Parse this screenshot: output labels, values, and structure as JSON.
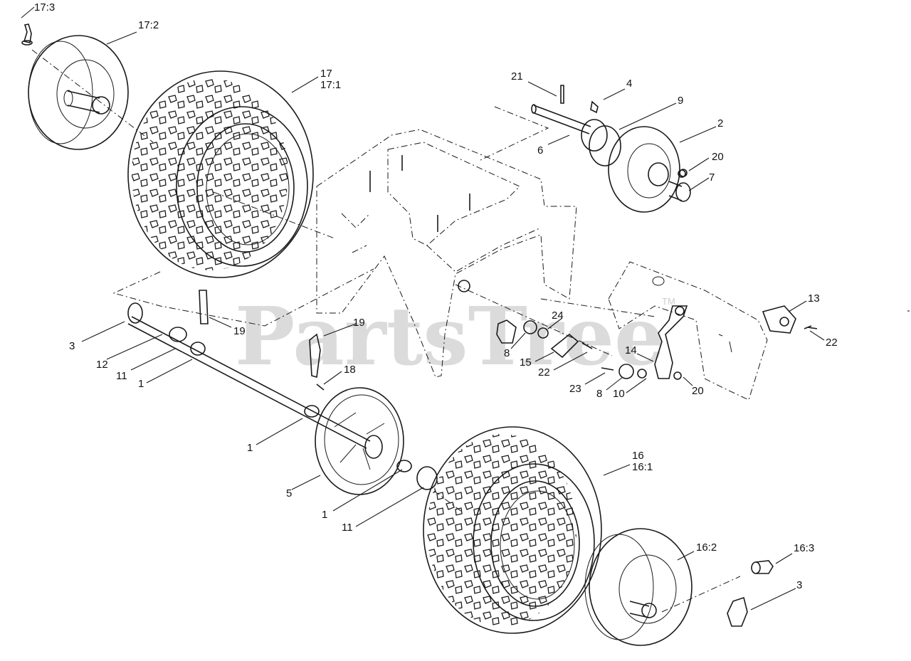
{
  "watermark": {
    "text": "PartsTree",
    "mark": "TM",
    "color": "#cfcfcf"
  },
  "callouts": [
    {
      "id": "c-17-3",
      "text": "17:3"
    },
    {
      "id": "c-17-2",
      "text": "17:2"
    },
    {
      "id": "c-17",
      "text": "17"
    },
    {
      "id": "c-17-1",
      "text": "17:1"
    },
    {
      "id": "c-21",
      "text": "21"
    },
    {
      "id": "c-4",
      "text": "4"
    },
    {
      "id": "c-9",
      "text": "9"
    },
    {
      "id": "c-2",
      "text": "2"
    },
    {
      "id": "c-6",
      "text": "6"
    },
    {
      "id": "c-20a",
      "text": "20"
    },
    {
      "id": "c-7",
      "text": "7"
    },
    {
      "id": "c-13",
      "text": "13"
    },
    {
      "id": "c-22a",
      "text": "22"
    },
    {
      "id": "c-24",
      "text": "24"
    },
    {
      "id": "c-19a",
      "text": "19"
    },
    {
      "id": "c-19b",
      "text": "19"
    },
    {
      "id": "c-3a",
      "text": "3"
    },
    {
      "id": "c-12",
      "text": "12"
    },
    {
      "id": "c-11a",
      "text": "11"
    },
    {
      "id": "c-1a",
      "text": "1"
    },
    {
      "id": "c-18",
      "text": "18"
    },
    {
      "id": "c-8a",
      "text": "8"
    },
    {
      "id": "c-15",
      "text": "15"
    },
    {
      "id": "c-22b",
      "text": "22"
    },
    {
      "id": "c-14",
      "text": "14"
    },
    {
      "id": "c-23",
      "text": "23"
    },
    {
      "id": "c-8b",
      "text": "8"
    },
    {
      "id": "c-10",
      "text": "10"
    },
    {
      "id": "c-20b",
      "text": "20"
    },
    {
      "id": "c-1b",
      "text": "1"
    },
    {
      "id": "c-5",
      "text": "5"
    },
    {
      "id": "c-1c",
      "text": "1"
    },
    {
      "id": "c-11b",
      "text": "11"
    },
    {
      "id": "c-16",
      "text": "16"
    },
    {
      "id": "c-16-1",
      "text": "16:1"
    },
    {
      "id": "c-16-2",
      "text": "16:2"
    },
    {
      "id": "c-16-3",
      "text": "16:3"
    },
    {
      "id": "c-3b",
      "text": "3"
    }
  ]
}
